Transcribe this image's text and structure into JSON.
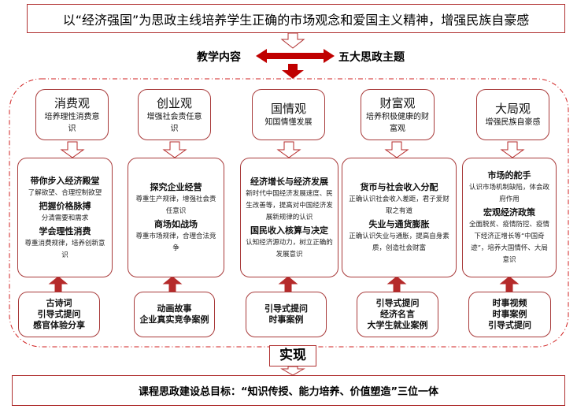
{
  "goal_banner": "以“经济强国”为思政主线培养学生正确的市场观念和爱国主义精神，增强民族自豪感",
  "left_label": "教学内容",
  "right_label": "五大思政主题",
  "themes": [
    {
      "title": "消费观",
      "sub": "培养理性消费意识",
      "content": [
        {
          "h": "带你步入经济殿堂",
          "s": "了解欲望、合理控制欲望"
        },
        {
          "h": "把握价格脉搏",
          "s": "分清需要和需求"
        },
        {
          "h": "学会理性消费",
          "s": "尊重消费规律，培养创新意识"
        }
      ],
      "methods": [
        "古诗词",
        "引导式提问",
        "感官体验分享"
      ]
    },
    {
      "title": "创业观",
      "sub": "增强社会责任意识",
      "content": [
        {
          "h": "探究企业经营",
          "s": "尊重生产规律，增强社会责任意识"
        },
        {
          "h": "商场如战场",
          "s": "尊重市场规律，合理合法竞争"
        }
      ],
      "methods": [
        "动画故事",
        "企业真实竞争案例"
      ]
    },
    {
      "title": "国情观",
      "sub": "知国情懂发展",
      "content": [
        {
          "h": "经济增长与经济发展",
          "s": "新时代中国经济发展速度、民生改善等，提高对中国经济发展新规律的认识"
        },
        {
          "h": "国民收入核算与决定",
          "s": "认知经济源动力，树立正确的发展意识"
        }
      ],
      "methods": [
        "引导式提问",
        "时事案例"
      ]
    },
    {
      "title": "财富观",
      "sub": "培养积极健康的财富观",
      "content": [
        {
          "h": "货币与社会收入分配",
          "s": "正确认识社会收入差距，君子爱财取之有道"
        },
        {
          "h": "失业与通货膨胀",
          "s": "正确认识失业与通胀，提高自身素质，创造社会财富"
        }
      ],
      "methods": [
        "引导式提问",
        "经济名言",
        "大学生就业案例"
      ]
    },
    {
      "title": "大局观",
      "sub": "增强民族自豪感",
      "content": [
        {
          "h": "市场的舵手",
          "s": "认识市场机制缺陷，体会政府作用"
        },
        {
          "h": "宏观经济政策",
          "s": "全面脱贫、疫情防控、疫情下经济正增长等“中国奇迹”，培养大国情怀、大局意识"
        }
      ],
      "methods": [
        "时事视频",
        "时事案例",
        "引导式提问"
      ]
    }
  ],
  "realize_label": "实现",
  "final_goal": "课程思政建设总目标：“知识传授、能力培养、价值塑造”三位一体",
  "accent": "#b52a2a"
}
